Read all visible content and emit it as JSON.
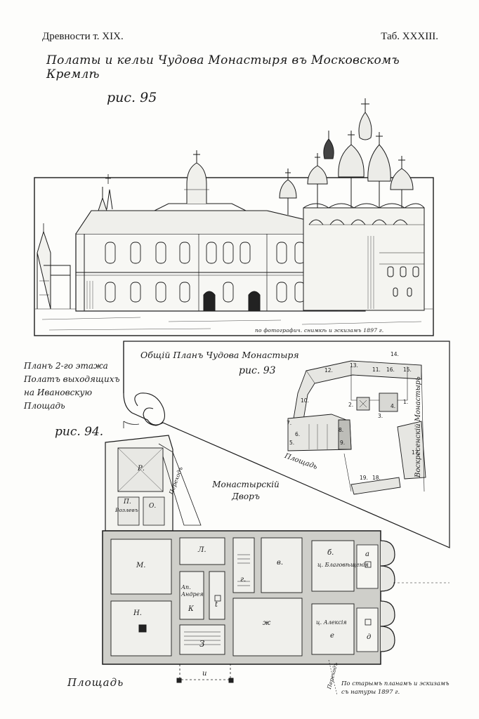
{
  "header": {
    "left": "Древности т. XIX.",
    "right": "Таб. XXXIII."
  },
  "title": "Полаты и кельи Чудова Монастыря въ Московскомъ Кремлѣ",
  "figures": {
    "fig95": "рис. 95",
    "fig94": "рис. 94.",
    "fig93": "рис. 93"
  },
  "photo_credit": "по фотографич. снимкѣ и эскизамъ 1897 г.",
  "plan": {
    "title_line1": "Планъ 2-го этажа",
    "title_line2": "Полатъ выходящихъ",
    "title_line3": "на Ивановскую Площадь"
  },
  "general_plan": {
    "title": "Общiй Планъ Чудова Монастыря",
    "square": "Площадь",
    "voskresensky": "Воскресенскiй Монастырь",
    "numbers": [
      "14.",
      "12.",
      "13.",
      "11.",
      "16.",
      "15.",
      "10.",
      "2.",
      "3.",
      "1.",
      "4.",
      "7.",
      "6.",
      "5.",
      "8.",
      "9.",
      "17.",
      "19.",
      "18."
    ]
  },
  "courtyard": {
    "line1": "Монастырскiй",
    "line2": "Дворъ"
  },
  "rooms": {
    "r": "Р.",
    "p": "П.",
    "vozlevo": "Возлевъ",
    "o": "О.",
    "m": "М.",
    "l": "Л.",
    "g": "г.",
    "v": "в.",
    "b": "б.",
    "blag": "ц. Благовѣщенiя",
    "a": "а",
    "ap_andrey": "Ап. Андрея",
    "k": "К",
    "t": "t",
    "n": "Н.",
    "zh": "ж",
    "alexiya": "ц. Алексiя",
    "e": "е",
    "d": "д",
    "z": "З",
    "i": "и",
    "perekhod": "Переходъ",
    "perekhod2": "Переходъ"
  },
  "square_bottom": "Площадь",
  "source_note": {
    "line1": "По старымъ планамъ и эскизамъ",
    "line2": "съ натуры 1897 г."
  }
}
